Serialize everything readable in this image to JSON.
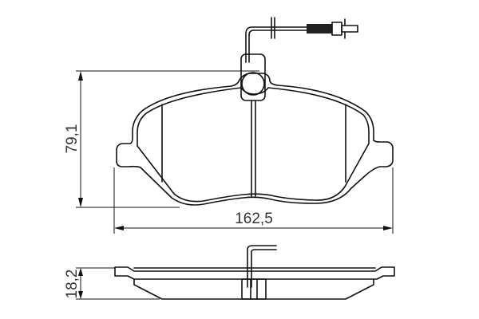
{
  "drawing": {
    "subject": "Brake pad with wear sensor",
    "dimensions": {
      "height_label": "79,1",
      "width_label": "162,5",
      "thickness_label": "18,2"
    },
    "views": [
      "front-view",
      "side-view"
    ],
    "colors": {
      "line": "#111111",
      "text": "#333333",
      "background": "#ffffff"
    }
  }
}
